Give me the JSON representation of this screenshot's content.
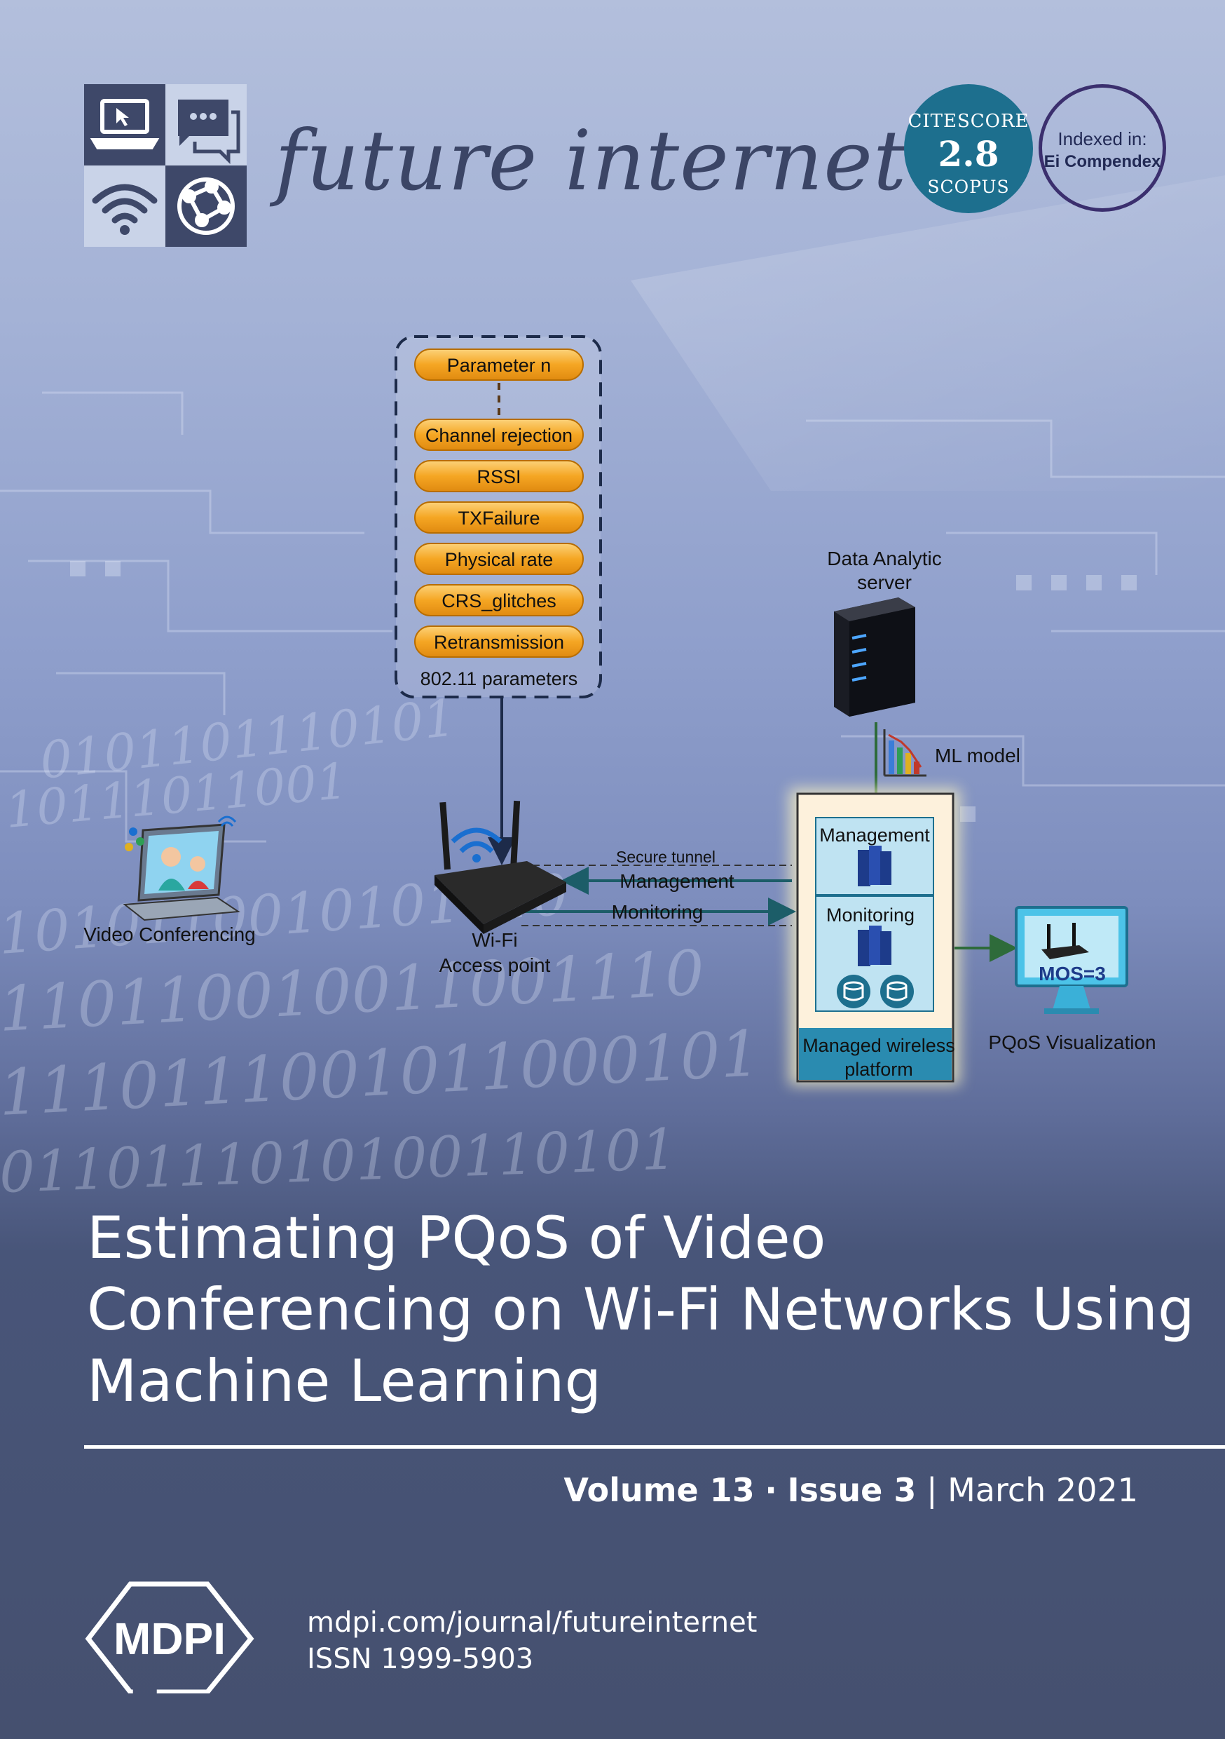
{
  "journal": {
    "title": "future internet"
  },
  "badges": {
    "citescore_label": "CITESCORE",
    "citescore_value": "2.8",
    "citescore_source": "SCOPUS",
    "indexed_label": "Indexed in:",
    "indexed_name": "Ei Compendex"
  },
  "diagram": {
    "parameters": [
      "Parameter n",
      "Channel rejection",
      "RSSI",
      "TXFailure",
      "Physical rate",
      "CRS_glitches",
      "Retransmission"
    ],
    "parameters_caption": "802.11 parameters",
    "server_label_1": "Data Analytic",
    "server_label_2": "server",
    "ml_label": "ML model",
    "video_label": "Video Conferencing",
    "ap_label_1": "Wi-Fi",
    "ap_label_2": "Access point",
    "tunnel_label": "Secure tunnel",
    "mgmt_arrow_label": "Management",
    "mon_arrow_label": "Monitoring",
    "platform_mgmt": "Management",
    "platform_mon": "Monitoring",
    "platform_label_1": "Managed wireless",
    "platform_label_2": "platform",
    "mos_label": "MOS=3",
    "pqos_label": "PQoS Visualization"
  },
  "background_binary": [
    "0101101110101",
    "10111011001",
    "1010110010101010",
    "110110010011001110",
    "1110111001011000101",
    "0110111010100110101"
  ],
  "article": {
    "title_lines": [
      "Estimating PQoS of Video",
      "Conferencing on Wi-Fi Networks Using",
      "Machine Learning"
    ]
  },
  "issue": {
    "volume": "Volume 13",
    "separator": "·",
    "issue": "Issue 3",
    "bar": "|",
    "date": "March 2021"
  },
  "publisher": {
    "name": "MDPI",
    "url": "mdpi.com/journal/futureinternet",
    "issn": "ISSN  1999-5903"
  },
  "colors": {
    "accent_teal": "#1d6f8e",
    "param_orange": "#f5a623",
    "platform_blue": "#bfe3f2",
    "footer_bg": "#45506f"
  }
}
